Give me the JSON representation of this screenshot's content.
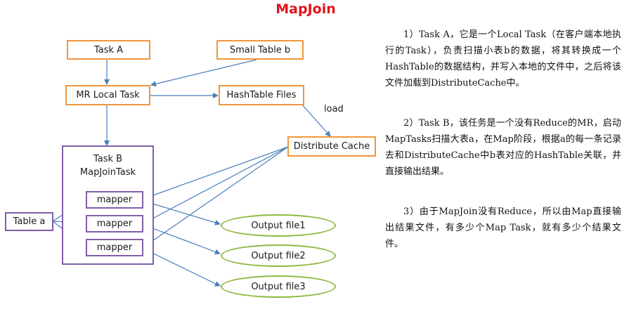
{
  "title": "MapJoin",
  "nodes": {
    "task_a": "Task A",
    "small_table_b": "Small Table b",
    "mr_local_task": "MR Local Task",
    "hashtable_files": "HashTable Files",
    "distribute_cache": "Distribute Cache",
    "task_b_line1": "Task B",
    "task_b_line2": "MapJoinTask",
    "mapper": "mapper",
    "table_a": "Table a",
    "output_file1": "Output file1",
    "output_file2": "Output file2",
    "output_file3": "Output file3"
  },
  "edge_labels": {
    "load": "load"
  },
  "notes": [
    "1）Task A，它是一个Local Task（在客户端本地执行的Task），负责扫描小表b的数据，将其转换成一个HashTable的数据结构，并写入本地的文件中，之后将该文件加载到DistributeCache中。",
    "2）Task B，该任务是一个没有Reduce的MR，启动MapTasks扫描大表a，在Map阶段，根据a的每一条记录去和DistributeCache中b表对应的HashTable关联，并直接输出结果。",
    "3）由于MapJoin没有Reduce，所以由Map直接输出结果文件，有多少个Map Task，就有多少个结果文件。"
  ],
  "colors": {
    "title": "#e0151b",
    "task_border": "#f0963c",
    "task_b_border": "#7f5fa8",
    "output_border": "#8eb840",
    "arrow": "#4a7ebb"
  }
}
